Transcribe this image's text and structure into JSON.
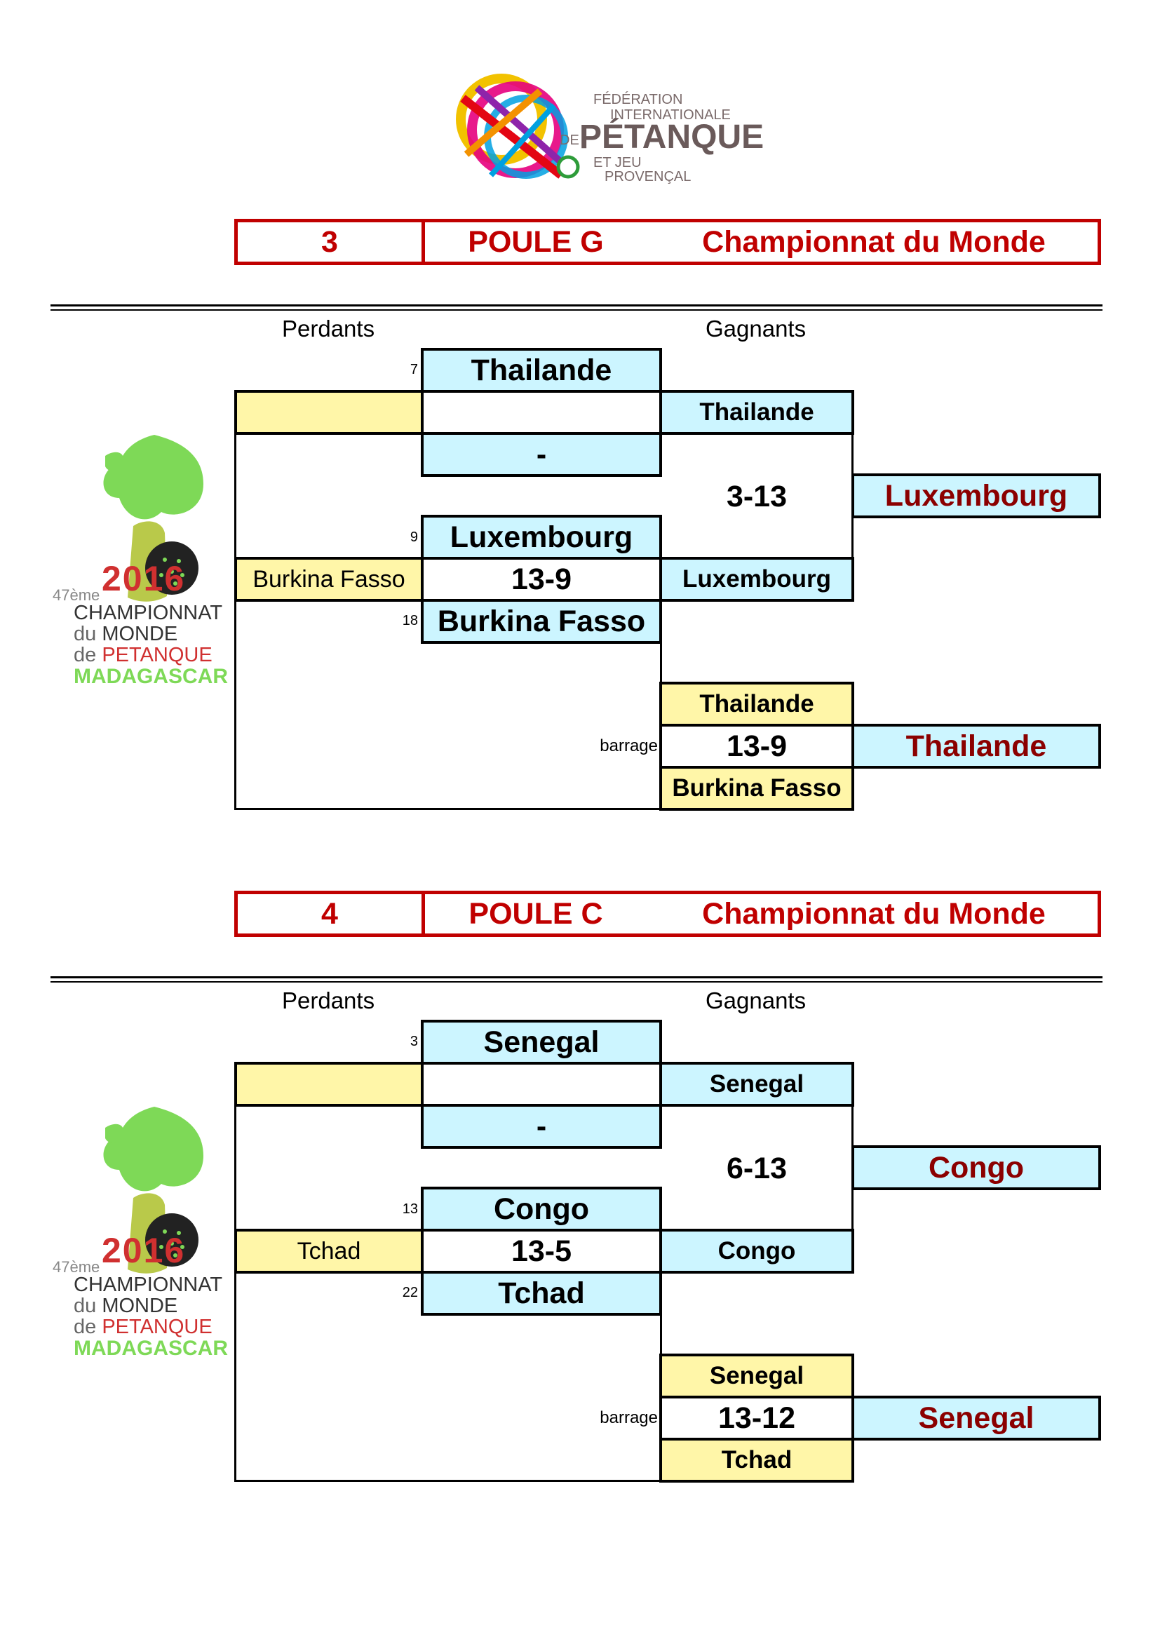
{
  "header_logo": {
    "line1": "FÉDÉRATION",
    "line2": "INTERNATIONALE",
    "prefix": "DE",
    "main": "PÉTANQUE",
    "line3": "ET JEU",
    "line4": "PROVENÇAL"
  },
  "event_logo": {
    "year": "2016",
    "edition": "47ème",
    "line1": "CHAMPIONNAT",
    "line2a": "du ",
    "line2b": "MONDE",
    "line3a": "de ",
    "line3b": "PETANQUE",
    "line4": "MADAGASCAR"
  },
  "colors": {
    "title_red": "#c00000",
    "winner_red": "#8b0000",
    "cyan_cell": "#ccf5ff",
    "yellow_cell": "#fff6a8"
  },
  "brackets": [
    {
      "number": "3",
      "poule": "POULE G",
      "competition": "Championnat du Monde",
      "losers_header": "Perdants",
      "winners_header": "Gagnants",
      "seed1": "7",
      "team1": "Thailande",
      "team2": "-",
      "seed3": "9",
      "team3": "Luxembourg",
      "seed4": "18",
      "team4": "Burkina Fasso",
      "match2_score": "13-9",
      "match2_loser": "Burkina Fasso",
      "match1_loser": "",
      "r2_top": "Thailande",
      "r2_bottom": "Luxembourg",
      "r2_score": "3-13",
      "r2_winner": "Luxembourg",
      "barrage_label": "barrage",
      "barrage_top": "Thailande",
      "barrage_score": "13-9",
      "barrage_bottom": "Burkina Fasso",
      "barrage_winner": "Thailande"
    },
    {
      "number": "4",
      "poule": "POULE C",
      "competition": "Championnat du Monde",
      "losers_header": "Perdants",
      "winners_header": "Gagnants",
      "seed1": "3",
      "team1": "Senegal",
      "team2": "-",
      "seed3": "13",
      "team3": "Congo",
      "seed4": "22",
      "team4": "Tchad",
      "match2_score": "13-5",
      "match2_loser": "Tchad",
      "match1_loser": "",
      "r2_top": "Senegal",
      "r2_bottom": "Congo",
      "r2_score": "6-13",
      "r2_winner": "Congo",
      "barrage_label": "barrage",
      "barrage_top": "Senegal",
      "barrage_score": "13-12",
      "barrage_bottom": "Tchad",
      "barrage_winner": "Senegal"
    }
  ]
}
